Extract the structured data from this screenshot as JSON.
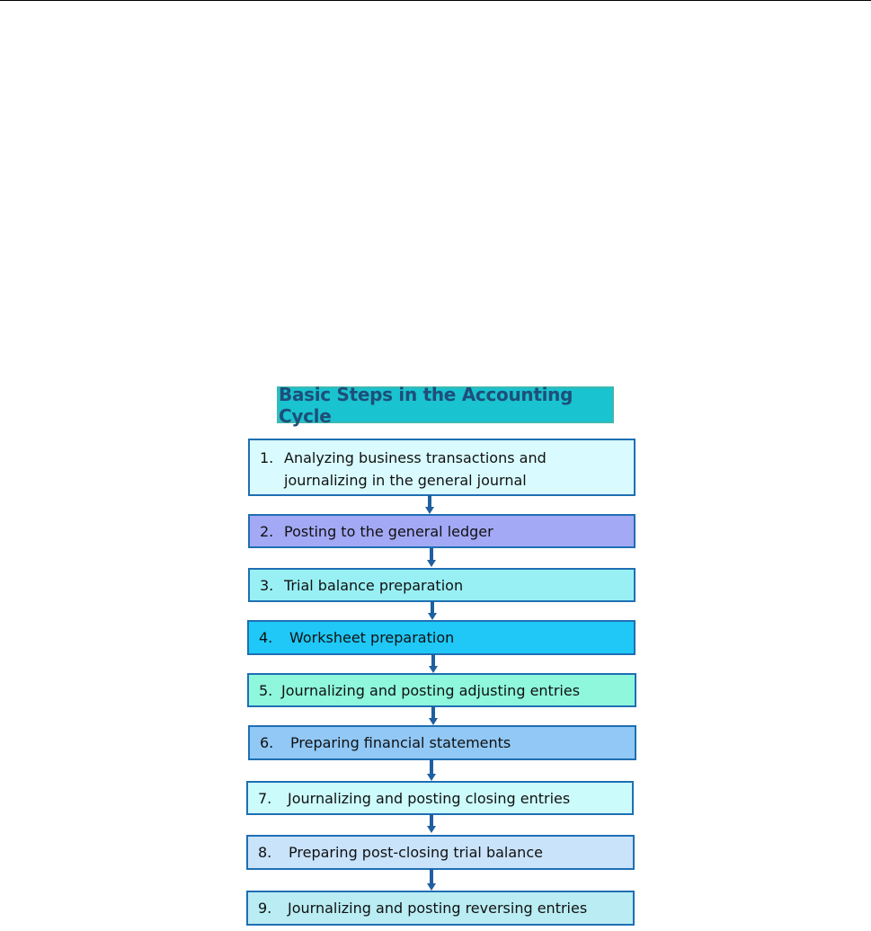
{
  "title": "Basic Steps in the Accounting Cycle",
  "steps": [
    {
      "number": "1.",
      "text": "Analyzing business transactions and\njournalizing in the general journal",
      "fill": "#d9fbff"
    },
    {
      "number": "2.",
      "text": "Posting to the general ledger",
      "fill": "#a3a9f5"
    },
    {
      "number": "3.",
      "text": "Trial balance preparation",
      "fill": "#99f0f4"
    },
    {
      "number": "4.",
      "text": "Worksheet preparation",
      "fill": "#1fc8f7"
    },
    {
      "number": "5.",
      "text": "Journalizing and posting adjusting entries",
      "fill": "#8ef7dc"
    },
    {
      "number": "6.",
      "text": "Preparing financial statements",
      "fill": "#91c8f6"
    },
    {
      "number": "7.",
      "text": "Journalizing and posting closing entries",
      "fill": "#ccfbfc"
    },
    {
      "number": "8.",
      "text": "Preparing post-closing trial balance",
      "fill": "#c9e3fb"
    },
    {
      "number": "9.",
      "text": "Journalizing and posting reversing entries",
      "fill": "#b9ecf3"
    }
  ],
  "colors": {
    "border": "#1f6fb3",
    "arrow": "#1f5fa0",
    "title_fill": "#19c3cf",
    "title_text": "#1f4e79"
  }
}
